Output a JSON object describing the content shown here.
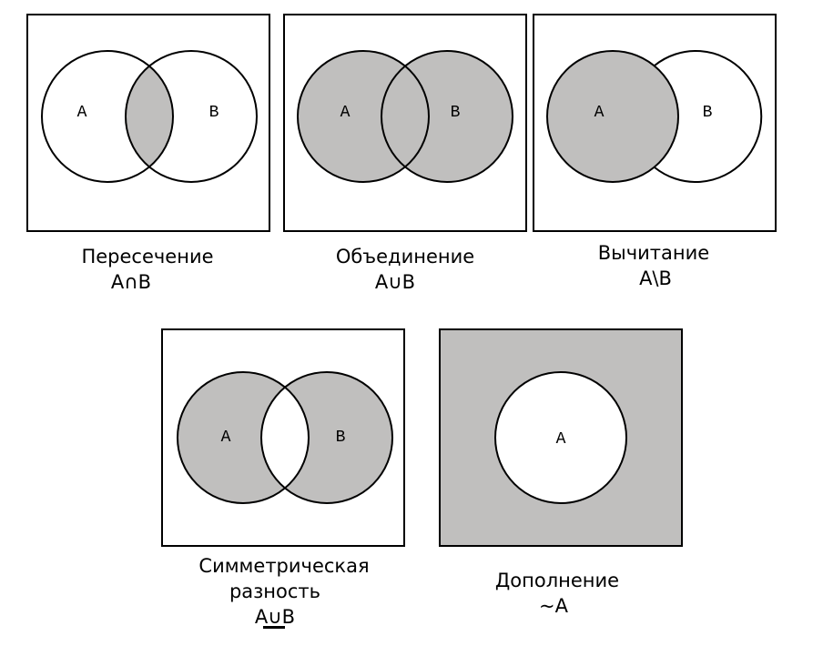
{
  "colors": {
    "fill": "#c0bfbe",
    "stroke": "#000000",
    "background": "#ffffff"
  },
  "diagrams": [
    {
      "id": "intersection",
      "title": "Пересечение",
      "formula": "A∩B",
      "labels": [
        "A",
        "B"
      ]
    },
    {
      "id": "union",
      "title": "Объединение",
      "formula": "A∪B",
      "labels": [
        "A",
        "B"
      ]
    },
    {
      "id": "difference",
      "title": "Вычитание",
      "formula": "A\\B",
      "labels": [
        "A",
        "B"
      ]
    },
    {
      "id": "symmetric-difference",
      "title_line1": "Симметрическая",
      "title_line2": "разность",
      "formula": "A∪B",
      "labels": [
        "A",
        "B"
      ]
    },
    {
      "id": "complement",
      "title": "Дополнение",
      "formula": "~A",
      "labels": [
        "A"
      ]
    }
  ]
}
